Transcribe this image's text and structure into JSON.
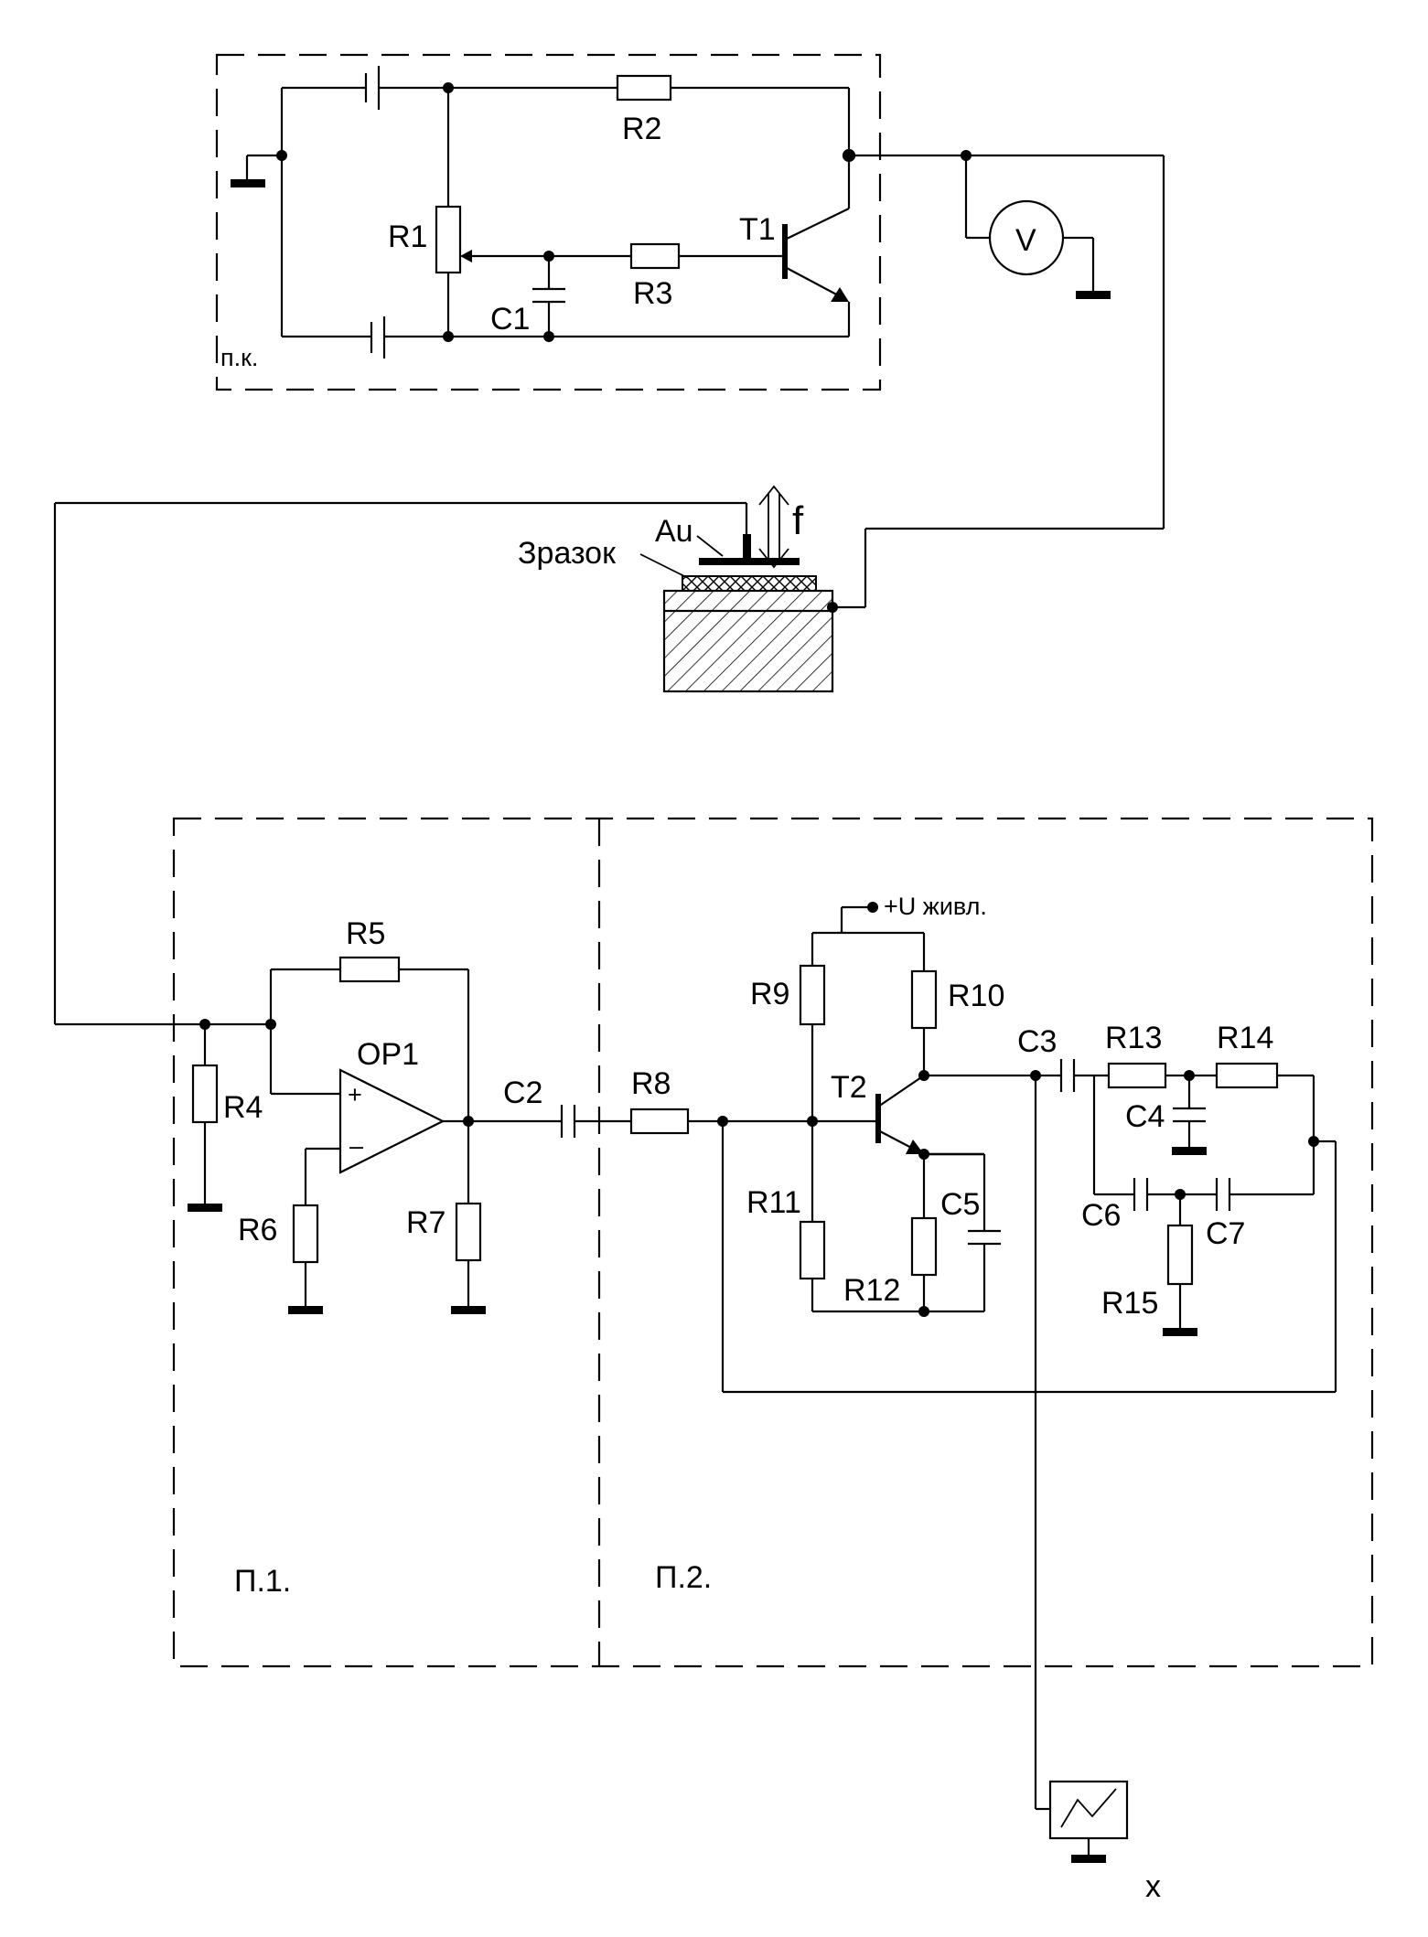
{
  "labels": {
    "r1": "R1",
    "r2": "R2",
    "r3": "R3",
    "r4": "R4",
    "r5": "R5",
    "r6": "R6",
    "r7": "R7",
    "r8": "R8",
    "r9": "R9",
    "r10": "R10",
    "r11": "R11",
    "r12": "R12",
    "r13": "R13",
    "r14": "R14",
    "r15": "R15",
    "c1": "C1",
    "c2": "C2",
    "c3": "C3",
    "c4": "C4",
    "c5": "C5",
    "c6": "C6",
    "c7": "C7",
    "t1": "T1",
    "t2": "T2",
    "op1": "OP1",
    "au": "Au",
    "f": "f",
    "sample": "Зразок",
    "block_pk": "п.к.",
    "block_p1": "П.1.",
    "block_p2": "П.2.",
    "supply": "+U живл.",
    "voltmeter": "V",
    "output_x": "x",
    "op_plus": "+",
    "op_minus": "–"
  }
}
